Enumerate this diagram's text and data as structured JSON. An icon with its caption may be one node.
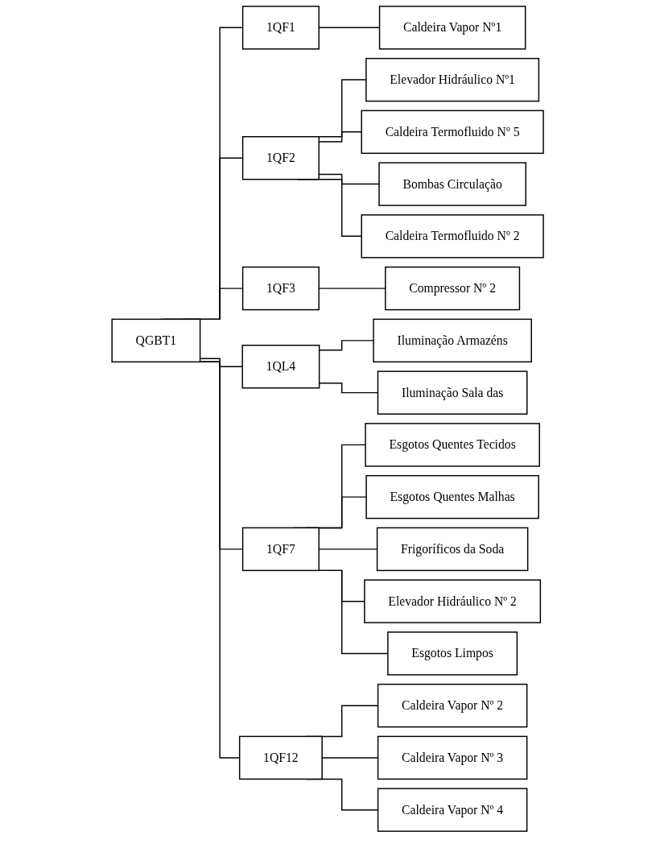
{
  "diagram": {
    "nodes": [
      {
        "text": [
          "QGBT1"
        ]
      },
      {
        "text": [
          "1QF1"
        ]
      },
      {
        "text": [
          "Caldeira Vapor Nº1"
        ]
      },
      {
        "text": [
          "1QF2"
        ]
      },
      {
        "text": [
          "Elevador Hidráulico Nº1"
        ]
      },
      {
        "text": [
          "Caldeira Termofluido Nº 5"
        ]
      },
      {
        "text": [
          "Bombas Circulação"
        ]
      },
      {
        "text": [
          "Caldeira Termofluido Nº 2"
        ]
      },
      {
        "text": [
          "1QF3"
        ]
      },
      {
        "text": [
          "Compressor Nº 2"
        ]
      },
      {
        "text": [
          "1QL4"
        ]
      },
      {
        "text": [
          "Iluminação Armazéns"
        ]
      },
      {
        "text": [
          "Iluminação Sala das"
        ]
      },
      {
        "text": [
          "1QF7"
        ]
      },
      {
        "text": [
          "Esgotos Quentes Tecidos"
        ]
      },
      {
        "text": [
          "Esgotos Quentes Malhas"
        ]
      },
      {
        "text": [
          "Frigoríficos da Soda"
        ]
      },
      {
        "text": [
          "Elevador Hidráulico Nº 2"
        ]
      },
      {
        "text": [
          "Esgotos Limpos"
        ]
      },
      {
        "text": [
          "1QF12"
        ]
      },
      {
        "text": [
          "Caldeira Vapor Nº 2"
        ]
      },
      {
        "text": [
          "Caldeira Vapor Nº 3"
        ]
      },
      {
        "text": [
          "Caldeira Vapor Nº 4"
        ]
      }
    ],
    "edges": [
      {
        "from": 0,
        "to": 1,
        "arrow": "none"
      },
      {
        "from": 1,
        "to": 2,
        "arrow": "none"
      },
      {
        "from": 0,
        "to": 3,
        "arrow": "none"
      },
      {
        "from": 3,
        "to": 4,
        "arrow": "none"
      },
      {
        "from": 3,
        "to": 5,
        "arrow": "none"
      },
      {
        "from": 3,
        "to": 6,
        "arrow": "none"
      },
      {
        "from": 3,
        "to": 7,
        "arrow": "none"
      },
      {
        "from": 0,
        "to": 8,
        "arrow": "none"
      },
      {
        "from": 8,
        "to": 9,
        "arrow": "none"
      },
      {
        "from": 0,
        "to": 10,
        "arrow": "none"
      },
      {
        "from": 10,
        "to": 11,
        "arrow": "none"
      },
      {
        "from": 10,
        "to": 12,
        "arrow": "none"
      },
      {
        "from": 0,
        "to": 13,
        "arrow": "none"
      },
      {
        "from": 13,
        "to": 14,
        "arrow": "none"
      },
      {
        "from": 13,
        "to": 15,
        "arrow": "none"
      },
      {
        "from": 13,
        "to": 16,
        "arrow": "none"
      },
      {
        "from": 13,
        "to": 17,
        "arrow": "none"
      },
      {
        "from": 13,
        "to": 18,
        "arrow": "none"
      },
      {
        "from": 0,
        "to": 19,
        "arrow": "none"
      },
      {
        "from": 19,
        "to": 20,
        "arrow": "none"
      },
      {
        "from": 19,
        "to": 21,
        "arrow": "none"
      },
      {
        "from": 19,
        "to": 22,
        "arrow": "none"
      }
    ]
  }
}
